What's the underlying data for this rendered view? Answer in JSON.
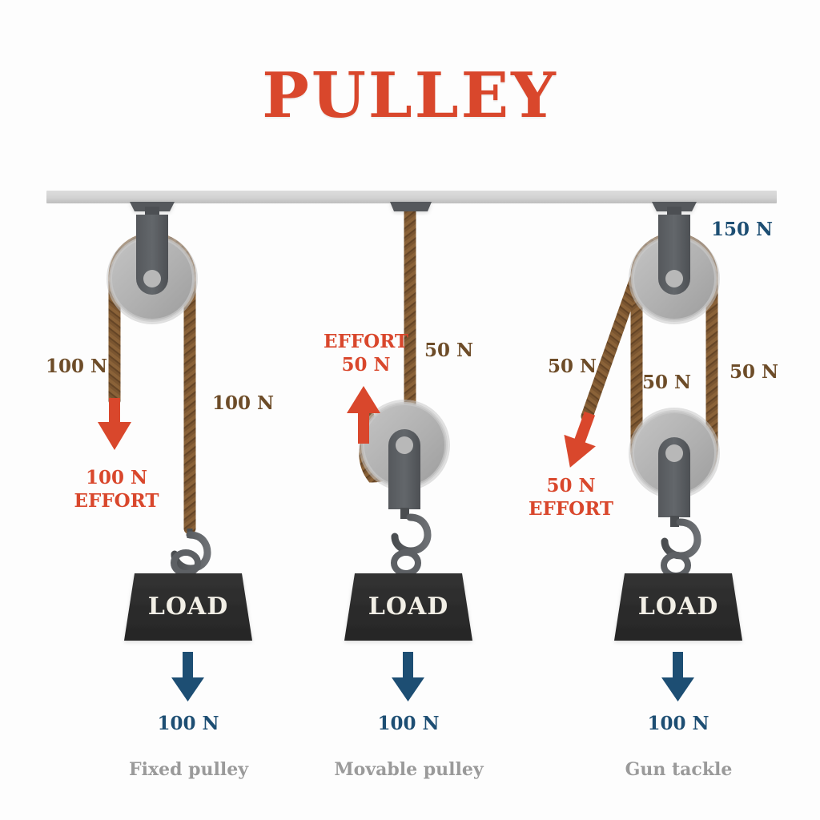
{
  "title": "PULLEY",
  "colors": {
    "title": "#d9472c",
    "effort_red": "#d9472c",
    "rope_brown": "#7a5530",
    "label_brown": "#6d4c28",
    "load_blue": "#1d4e73",
    "wheel_gray": "#b2b2b2",
    "bracket_gray": "#5c5f63",
    "ceiling_gray": "#d4d4d4",
    "load_block": "#2b2b2b",
    "background": "#fdfdfd",
    "caption_gray": "#9a9a9a"
  },
  "sections": [
    {
      "id": "fixed-pulley",
      "caption": "Fixed pulley",
      "load_text": "LOAD",
      "load_force": "100 N",
      "labels": {
        "left_rope": "100 N",
        "right_rope": "100 N",
        "effort_line1": "100 N",
        "effort_line2": "EFFORT"
      }
    },
    {
      "id": "movable-pulley",
      "caption": "Movable pulley",
      "load_text": "LOAD",
      "load_force": "100 N",
      "labels": {
        "effort_line1": "EFFORT",
        "effort_line2": "50 N",
        "right_rope": "50 N"
      }
    },
    {
      "id": "gun-tackle",
      "caption": "Gun tackle",
      "load_text": "LOAD",
      "load_force": "100 N",
      "labels": {
        "top_total": "150 N",
        "left_rope": "50 N",
        "middle_rope": "50 N",
        "right_rope": "50 N",
        "effort_line1": "50 N",
        "effort_line2": "EFFORT"
      }
    }
  ]
}
